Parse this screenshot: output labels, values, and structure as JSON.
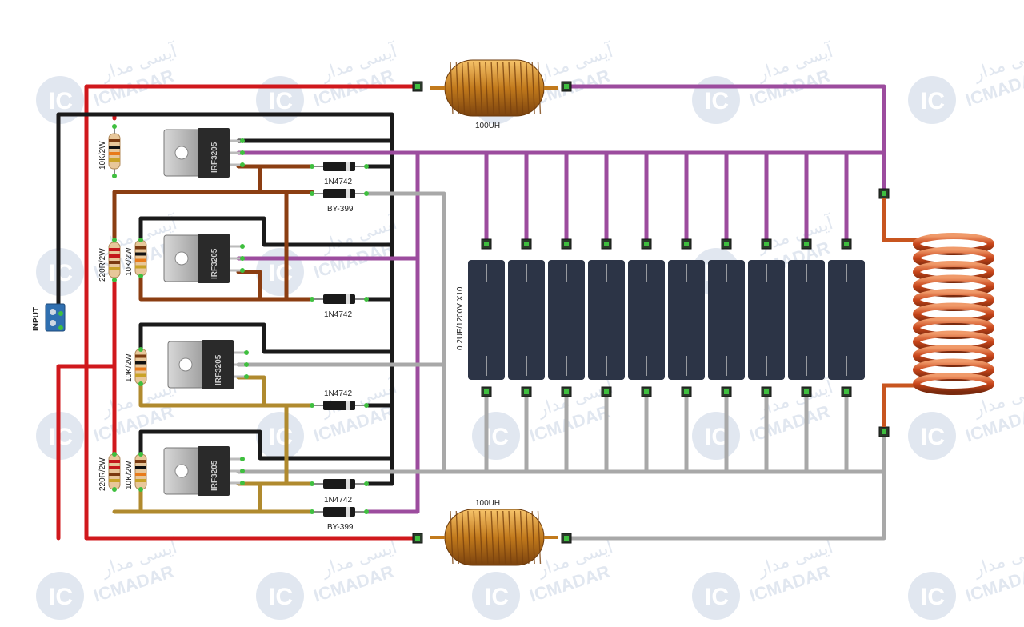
{
  "labels": {
    "inductor_top": "100UH",
    "inductor_bottom": "100UH",
    "input": "INPUT",
    "r_10k_1": "10K/2W",
    "r_220_1": "220R/2W",
    "r_10k_2": "10K/2W",
    "r_10k_3": "10K/2W",
    "r_220_2": "220R/2W",
    "r_10k_4": "10K/2W",
    "mosfet": "IRF3205",
    "zener_1": "1N4742",
    "zener_2": "1N4742",
    "zener_3": "1N4742",
    "zener_4": "1N4742",
    "diode_1": "BY-399",
    "diode_2": "BY-399",
    "capacitor_bank": "0.2UF/1200V X10"
  },
  "watermark": {
    "ic": "IC",
    "latin": "ICMADAR",
    "persian": "آیسی مدار"
  },
  "colors": {
    "power_red": "#d0181c",
    "ground_black": "#1a1a1a",
    "coil_purple": "#9c4c9e",
    "gray": "#a8a8a8",
    "brown": "#8b3e12",
    "olive": "#b08a2e",
    "capacitor": "#2c3446",
    "copper": "#c8551f"
  }
}
